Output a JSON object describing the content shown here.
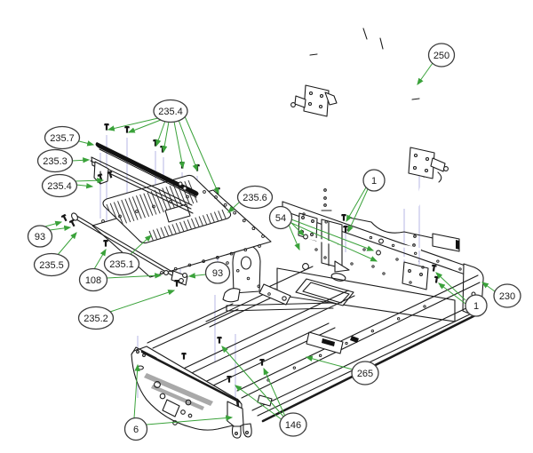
{
  "figure": {
    "kind": "exploded-parts-diagram",
    "subject": "frame-and-rops-assembly"
  },
  "colors": {
    "leader_line": "#3aa23a",
    "projection_line": "#b7b7e6",
    "line_art": "#1b1b1b",
    "balloon_fill": "#ffffff",
    "balloon_stroke": "#3c3c3c"
  },
  "callouts": [
    {
      "id": "235.4-top",
      "label": "235.4"
    },
    {
      "id": "235.7",
      "label": "235.7"
    },
    {
      "id": "235.3",
      "label": "235.3"
    },
    {
      "id": "235.4-left",
      "label": "235.4"
    },
    {
      "id": "93-left",
      "label": "93"
    },
    {
      "id": "235.5",
      "label": "235.5"
    },
    {
      "id": "108",
      "label": "108"
    },
    {
      "id": "235.1",
      "label": "235.1"
    },
    {
      "id": "93-right",
      "label": "93"
    },
    {
      "id": "235.2",
      "label": "235.2"
    },
    {
      "id": "235.6",
      "label": "235.6"
    },
    {
      "id": "250",
      "label": "250"
    },
    {
      "id": "1-top",
      "label": "1"
    },
    {
      "id": "54",
      "label": "54"
    },
    {
      "id": "230",
      "label": "230"
    },
    {
      "id": "1-bottom",
      "label": "1"
    },
    {
      "id": "265",
      "label": "265"
    },
    {
      "id": "146",
      "label": "146"
    },
    {
      "id": "6",
      "label": "6"
    }
  ]
}
